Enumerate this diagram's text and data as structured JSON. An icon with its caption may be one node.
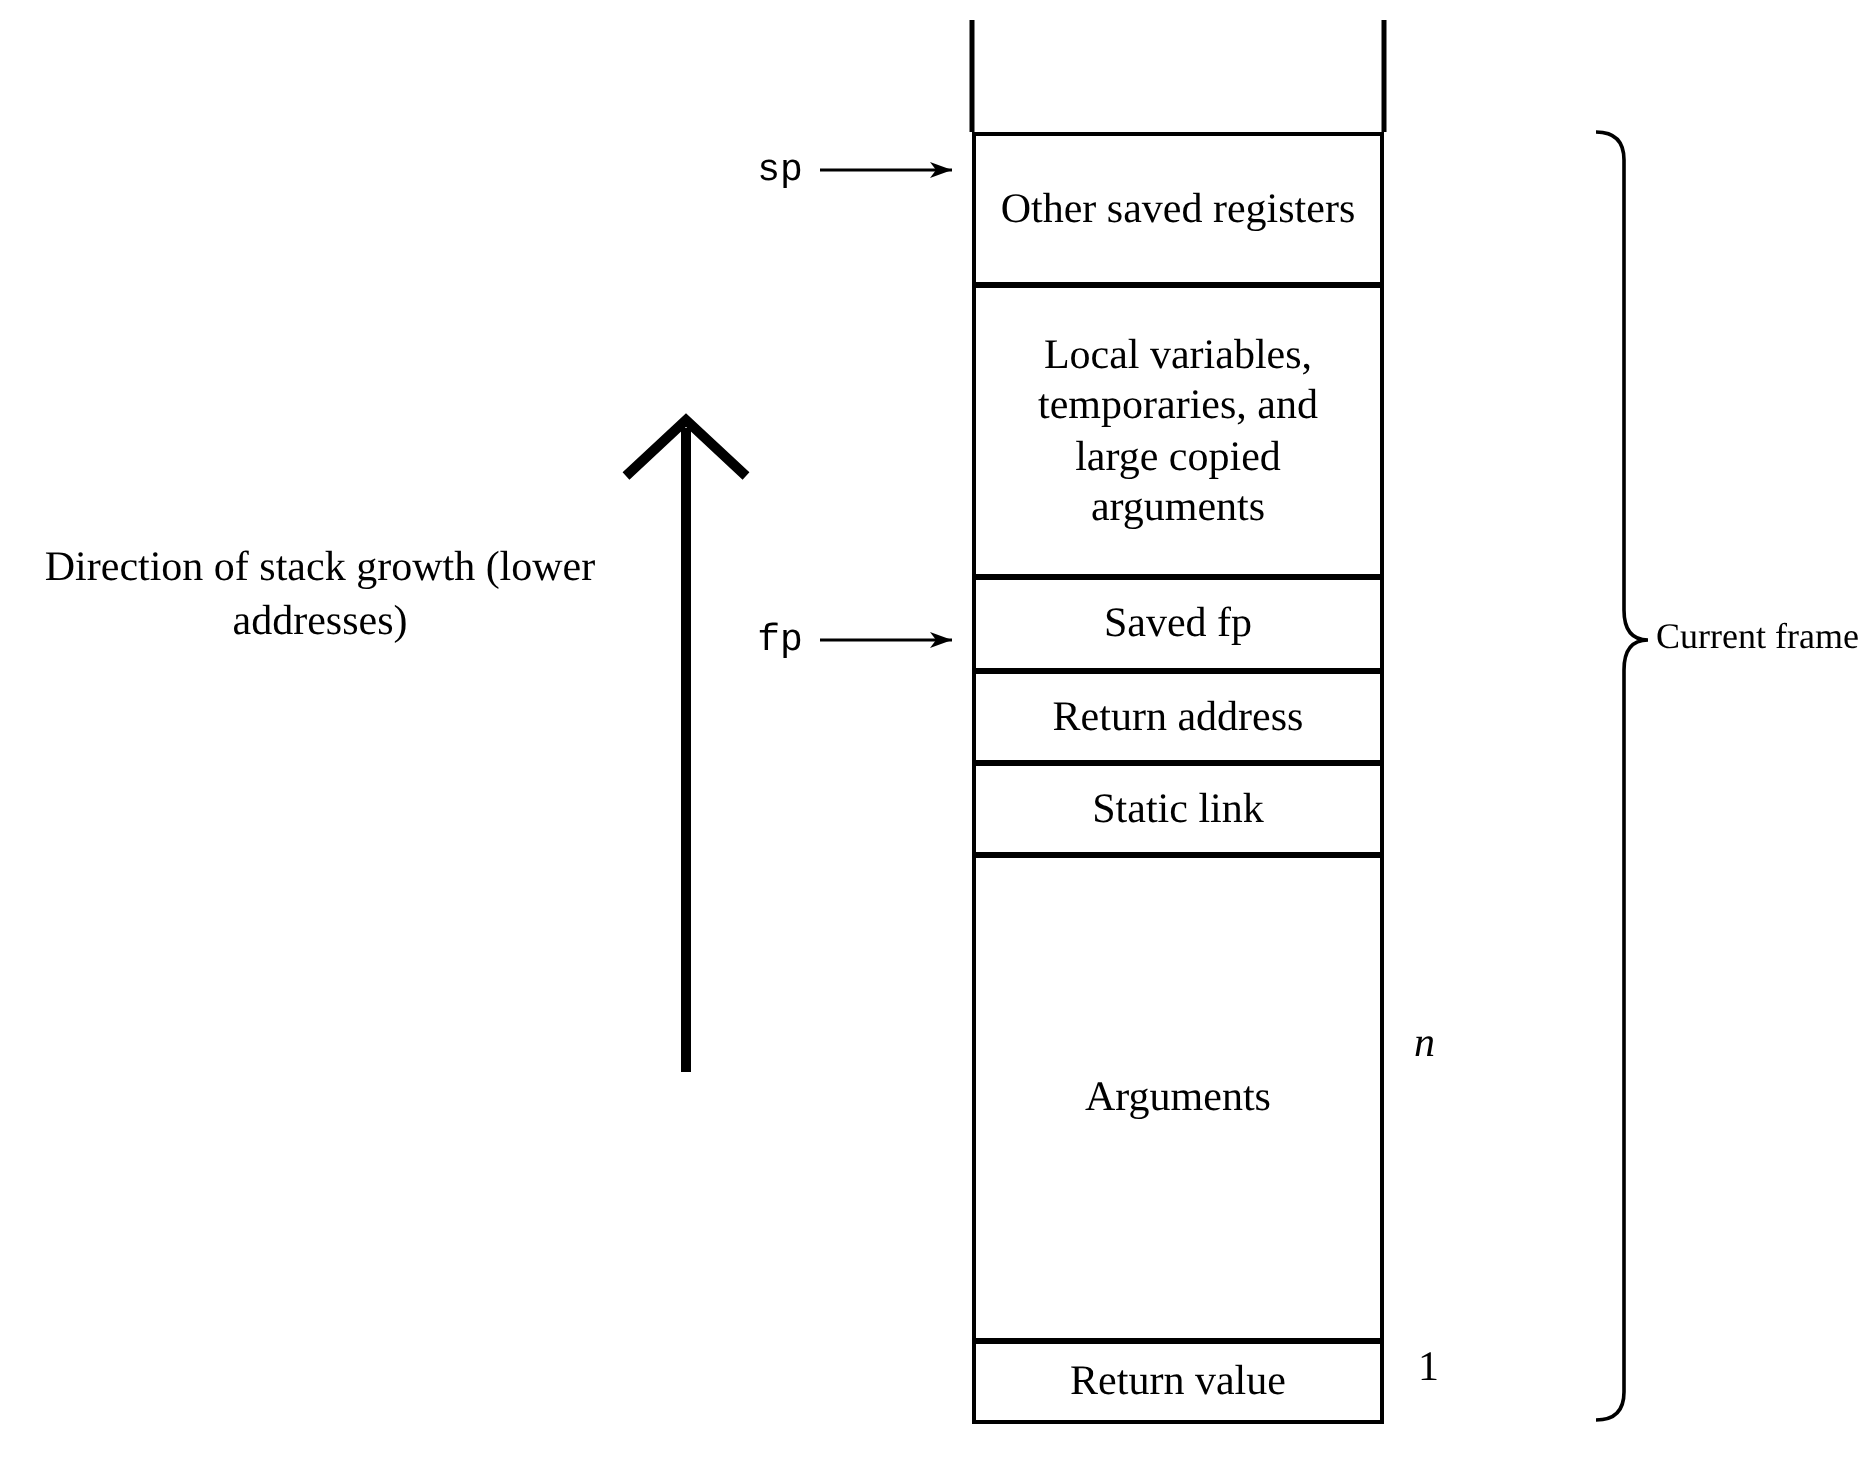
{
  "diagram": {
    "nodes": [
      {
        "text": [
          "sp"
        ]
      },
      {
        "text": [
          "Other saved registers"
        ]
      },
      {
        "text": [
          "Local variables, temporaries, and large copied arguments"
        ]
      },
      {
        "text": [
          "fp"
        ]
      },
      {
        "text": [
          "Saved fp"
        ]
      },
      {
        "text": [
          "Return address"
        ]
      },
      {
        "text": [
          "Static link"
        ]
      },
      {
        "text": [
          "Arguments"
        ]
      },
      {
        "text": [
          "Return value"
        ]
      }
    ],
    "edges": [
      {
        "from": 0,
        "to": 1,
        "arrow": "to"
      },
      {
        "from": 3,
        "to": 4,
        "arrow": "to"
      }
    ],
    "labels": [
      "Direction of stack growth (lower addresses)",
      "Current frame",
      "n",
      "1"
    ]
  }
}
